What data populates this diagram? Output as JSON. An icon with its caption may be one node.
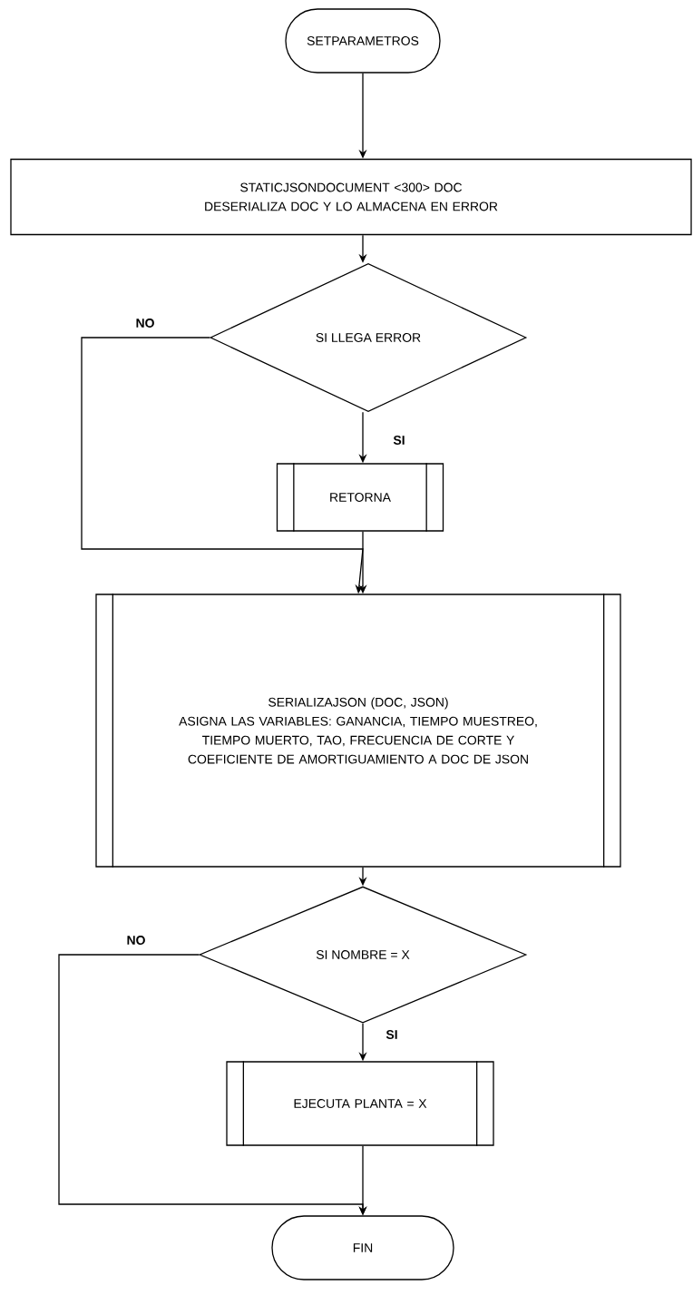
{
  "diagram": {
    "nodes": [
      {
        "text": [
          "SETPARAMETROS"
        ]
      },
      {
        "text": [
          "STATICJSONDOCUMENT <300> DOC",
          "DESERIALIZA DOC Y LO ALMACENA EN ERROR"
        ]
      },
      {
        "text": [
          "SI LLEGA ERROR"
        ]
      },
      {
        "text": [
          "RETORNA"
        ]
      },
      {
        "text": [
          "SERIALIZAJSON (DOC, JSON)",
          "ASIGNA LAS VARIABLES: GANANCIA, TIEMPO MUESTREO, TIEMPO MUERTO, TAO, FRECUENCIA DE CORTE Y COEFICIENTE DE AMORTIGUAMIENTO A DOC DE JSON"
        ]
      },
      {
        "text": [
          "SI NOMBRE = X"
        ]
      },
      {
        "text": [
          "EJECUTA PLANTA = X"
        ]
      },
      {
        "text": [
          "FIN"
        ]
      }
    ],
    "edges": [
      {
        "from": 0,
        "to": 1,
        "arrow": "to"
      },
      {
        "from": 1,
        "to": 2,
        "arrow": "to"
      },
      {
        "from": 2,
        "to": 3,
        "arrow": "to",
        "label": "SI"
      },
      {
        "from": 2,
        "to": 4,
        "arrow": "to",
        "label": "NO"
      },
      {
        "from": 3,
        "to": 4,
        "arrow": "to"
      },
      {
        "from": 4,
        "to": 5,
        "arrow": "to"
      },
      {
        "from": 5,
        "to": 6,
        "arrow": "to",
        "label": "SI"
      },
      {
        "from": 5,
        "to": 7,
        "arrow": "to",
        "label": "NO"
      },
      {
        "from": 6,
        "to": 7,
        "arrow": "to"
      }
    ]
  }
}
